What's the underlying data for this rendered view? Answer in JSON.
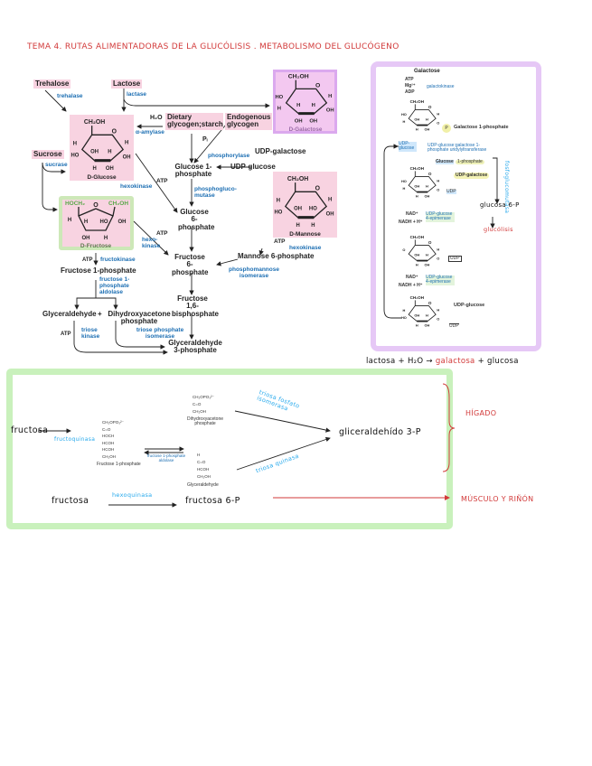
{
  "title": "TEMA 4. RUTAS ALIMENTADORAS DE LA GLUCÓLISIS . METABOLISMO DEL GLUCÓGENO",
  "colors": {
    "title_red": "#d23a3a",
    "enzyme_blue": "#1d6fb3",
    "highlight_pink": "#f8d3e1",
    "purple_frame": "#e6c8f6",
    "green_frame": "#c9f1bc",
    "handwritten_cyan": "#27a9ec"
  },
  "left_diagram": {
    "trehalose": "Trehalose",
    "trehalase": "trehalase",
    "lactose": "Lactose",
    "lactase": "lactase",
    "h2o": "H₂O",
    "alpha_amylase": "α-amylase",
    "dietary": "Dietary glycogen;starch",
    "endogenous": "Endogenous glycogen",
    "sucrose": "Sucrose",
    "sucrase": "sucrase",
    "pi": "Pᵢ",
    "phosphorylase": "phosphorylase",
    "udp_galactose": "UDP-galactose",
    "udp_glucose": "UDP-glucose",
    "glucose_1p": "Glucose 1-phosphate",
    "atp1": "ATP",
    "hexokinase1": "hexokinase",
    "phosphoglucomutase": "phosphogluco- mutase",
    "glucose_6p": "Glucose 6-phosphate",
    "atp2": "ATP",
    "hexokinase2": "hexo- kinase",
    "atp3": "ATP",
    "hexokinase3": "hexokinase",
    "mannose_6p": "Mannose 6-phosphate",
    "fructose_6p": "Fructose 6-phosphate",
    "phosphomannose_isomerase": "phosphomannose isomerase",
    "atp4": "ATP",
    "fructokinase": "fructokinase",
    "fructose_1p": "Fructose 1-phosphate",
    "f1p_aldolase": "fructose 1- phosphate aldolase",
    "fructose_16bp": "Fructose 1,6- bisphosphate",
    "glyceraldehyde": "Glyceraldehyde",
    "plus": "+",
    "dhap": "Dihydroxyacetone phosphate",
    "atp5": "ATP",
    "triose_kinase": "triose kinase",
    "tpi": "triose phosphate isomerase",
    "gap": "Glyceraldehyde 3-phosphate",
    "rings": {
      "galactose": {
        "name": "D-Galactose",
        "top": "CH₂OH",
        "o": "O",
        "subs": [
          "HO",
          "H",
          "H",
          "OH",
          "H",
          "OH",
          "H",
          "OH"
        ]
      },
      "glucose": {
        "name": "D-Glucose",
        "top": "CH₂OH",
        "o": "O",
        "subs": [
          "H",
          "HO",
          "OH",
          "H",
          "H",
          "OH",
          "H",
          "OH"
        ]
      },
      "mannose": {
        "name": "D-Mannose",
        "top": "CH₂OH",
        "o": "O",
        "subs": [
          "H",
          "HO",
          "OH",
          "H",
          "HO",
          "H",
          "H",
          "OH"
        ]
      },
      "fructose": {
        "name": "D-Fructose",
        "left": "HOCH₂",
        "right": "CH₂OH",
        "o": "O",
        "subs": [
          "H",
          "H",
          "HO",
          "OH",
          "OH",
          "H"
        ]
      }
    }
  },
  "purple_panel": {
    "galactose": "Galactose",
    "atp": "ATP",
    "mg": "Mg²⁺",
    "adp": "ADP",
    "galactokinase": "galactokinase",
    "gal1p": "Galactose 1-phosphate",
    "p": "P",
    "udp_glucose_tag": "UDP- glucose",
    "transferase": "UDP-glucose:galactose 1- phosphate uridylyltransferase",
    "glc1p_a": "Glucose",
    "glc1p_b": "1-phosphate",
    "udp_galactose": "UDP-galactose",
    "udp1": "UDP",
    "nad1": "NAD⁺",
    "nadh1": "NADH + H⁺",
    "epimerase1": "UDP-glucose 4-epimerase",
    "udp2": "UDP",
    "nad2": "NAD⁺",
    "nadh2": "NADH + H⁺",
    "epimerase2": "UDP-glucose 4-epimerase",
    "udp_glucose": "UDP-glucose",
    "udp3": "UDP",
    "fosfoglucomutasa": "fosfoglucomutasa",
    "glucosa6p": "glucosa 6-P",
    "glucolisis": "glucólisis",
    "rings": [
      {
        "top": "CH₂OH",
        "o": "O",
        "subs": [
          "HO",
          "H",
          "OH",
          "H",
          "H",
          "OH",
          "H",
          "O"
        ]
      },
      {
        "top": "CH₂OH",
        "o": "O",
        "subs": [
          "HO",
          "H",
          "OH",
          "H",
          "H",
          "OH",
          "H",
          "O"
        ]
      },
      {
        "top": "CH₂OH",
        "o": "O",
        "subs": [
          "O",
          "",
          "OH",
          "H",
          "H",
          "OH",
          "H",
          "O"
        ]
      },
      {
        "top": "CH₂OH",
        "o": "O",
        "subs": [
          "H",
          "HO",
          "OH",
          "H",
          "H",
          "OH",
          "H",
          "O"
        ]
      }
    ]
  },
  "equation": {
    "lactosa": "lactosa",
    "plus1": "+",
    "h2o": "H₂O",
    "arrow": "→",
    "galactosa": "galactosa",
    "plus2": "+",
    "glucosa": "glucosa"
  },
  "green_panel": {
    "fructosa1": "fructosa",
    "fructoquinasa": "fructoquinasa",
    "f1p_struct": [
      "CH₂OPO₃²⁻",
      "C=O",
      "HOCH",
      "HCOH",
      "HCOH",
      "CH₂OH"
    ],
    "f1p_label": "Fructose 1-phosphate",
    "aldolase": "fructose 1-phosphate aldolase",
    "dhap_struct": [
      "CH₂OPO₃²⁻",
      "C=O",
      "CH₂OH"
    ],
    "dhap_label": "Dihydroxyacetone phosphate",
    "glyc_struct": [
      "H",
      "C=O",
      "HCOH",
      "CH₂OH"
    ],
    "glyc_label": "Glyceraldehyde",
    "tpi": "triosa fosfato isomerasa",
    "triosa_quinasa": "triosa quinasa",
    "gap": "gliceraldehído 3-P",
    "higado": "HÍGADO",
    "fructosa2": "fructosa",
    "hexoquinasa": "hexoquinasa",
    "fructosa6p": "fructosa 6-P",
    "musculo": "MÚSCULO Y RIÑÓN"
  }
}
